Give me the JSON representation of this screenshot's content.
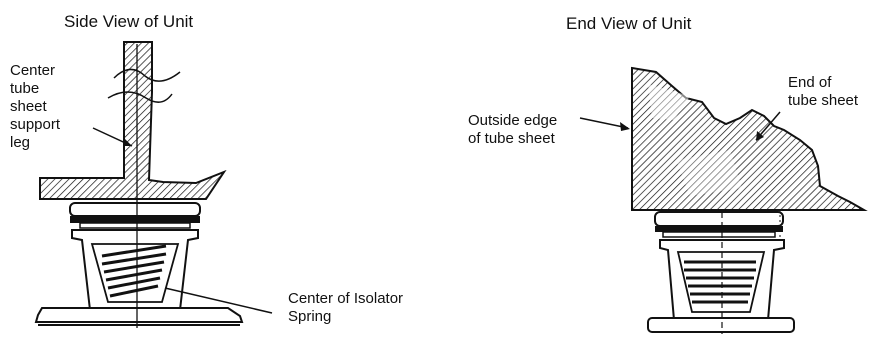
{
  "side_view": {
    "title": "Side View of Unit",
    "support_leg_label": "Center\ntube\nsheet\nsupport\nleg",
    "spring_label": "Center of Isolator\nSpring"
  },
  "end_view": {
    "title": "End View of Unit",
    "outside_edge_label": "Outside edge\nof tube sheet",
    "end_label": "End of\ntube sheet"
  },
  "colors": {
    "ink": "#111111",
    "paper": "#ffffff"
  }
}
